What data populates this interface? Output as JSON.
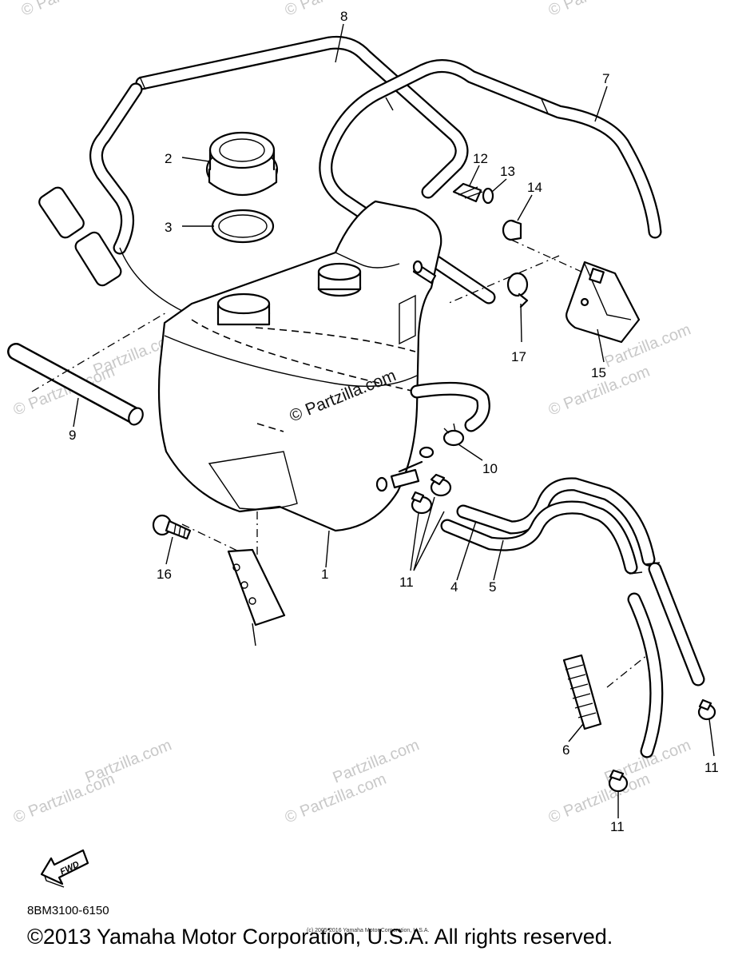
{
  "diagram": {
    "callouts": [
      {
        "id": "1",
        "label": "1"
      },
      {
        "id": "2",
        "label": "2"
      },
      {
        "id": "3",
        "label": "3"
      },
      {
        "id": "4",
        "label": "4"
      },
      {
        "id": "5",
        "label": "5"
      },
      {
        "id": "6",
        "label": "6"
      },
      {
        "id": "7",
        "label": "7"
      },
      {
        "id": "8",
        "label": "8"
      },
      {
        "id": "9",
        "label": "9"
      },
      {
        "id": "10",
        "label": "10"
      },
      {
        "id": "11a",
        "label": "11"
      },
      {
        "id": "11b",
        "label": "11"
      },
      {
        "id": "11c",
        "label": "11"
      },
      {
        "id": "12",
        "label": "12"
      },
      {
        "id": "13",
        "label": "13"
      },
      {
        "id": "14",
        "label": "14"
      },
      {
        "id": "15",
        "label": "15"
      },
      {
        "id": "16",
        "label": "16"
      },
      {
        "id": "17",
        "label": "17"
      }
    ],
    "fwd_label": "FWD",
    "part_number": "8BM3100-6150",
    "small_copyright": "(c) 2005-2016 Yamaha Motor Corporation, U.S.A.",
    "copyright": "©2013 Yamaha Motor Corporation, U.S.A. All rights reserved."
  },
  "watermark": {
    "text": "Partzilla.com",
    "center_text": "© Partzilla.com",
    "color": "#c8c8c8"
  }
}
